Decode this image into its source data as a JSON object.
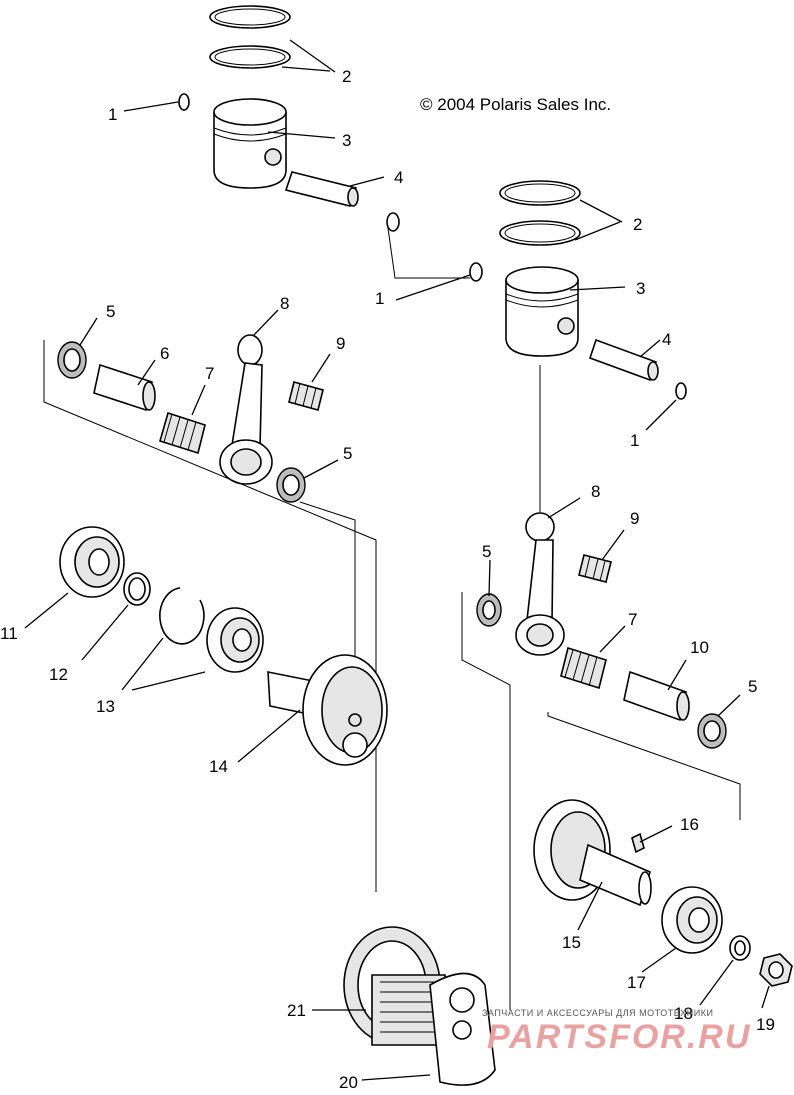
{
  "copyright": "© 2004 Polaris Sales Inc.",
  "watermark": {
    "tagline": "ЗАПЧАСТИ И АКСЕССУАРЫ ДЛЯ МОТОТЕХНИКИ",
    "brand": "PARTSFOR.RU"
  },
  "callouts": {
    "c2a": "2",
    "c1a": "1",
    "c3a": "3",
    "c4a": "4",
    "c2b": "2",
    "c1b": "1",
    "c3b": "3",
    "c4b": "4",
    "c1c": "1",
    "c5a": "5",
    "c6": "6",
    "c7a": "7",
    "c8a": "8",
    "c9a": "9",
    "c5b": "5",
    "c8b": "8",
    "c9b": "9",
    "c5c": "5",
    "c7b": "7",
    "c10": "10",
    "c5d": "5",
    "c11": "11",
    "c12": "12",
    "c13": "13",
    "c14": "14",
    "c16": "16",
    "c15": "15",
    "c17": "17",
    "c18": "18",
    "c19": "19",
    "c21": "21",
    "c20": "20"
  }
}
